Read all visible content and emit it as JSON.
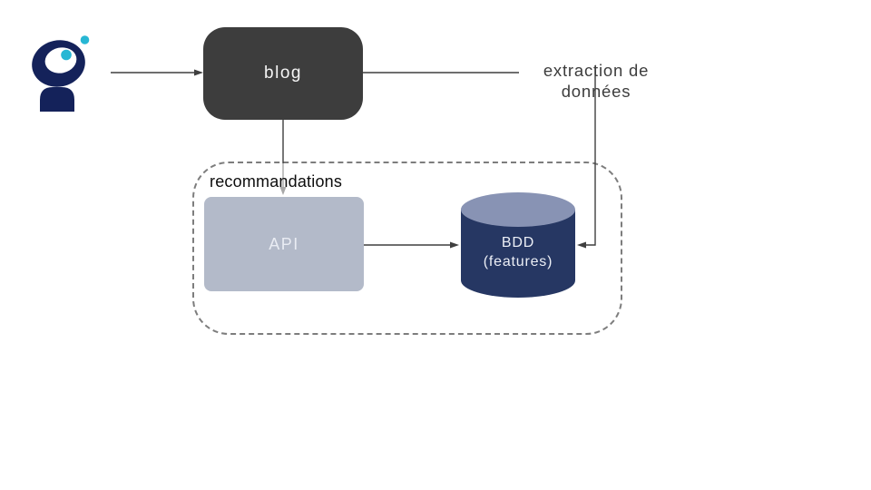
{
  "nodes": {
    "blog": {
      "label": "blog"
    },
    "api": {
      "label": "API"
    },
    "bdd": {
      "line1": "BDD",
      "line2": "(features)"
    }
  },
  "labels": {
    "extraction_line1": "extraction de",
    "extraction_line2": "données",
    "group": "recommandations"
  },
  "icons": {
    "brand_logo": "person-with-ring-head-logo"
  },
  "colors": {
    "blog_fill": "#3d3d3d",
    "blog_text": "#f4f4f4",
    "api_fill": "#b3bac9",
    "api_text": "#e9ecf3",
    "bdd_body": "#263763",
    "bdd_top": "#8893b4",
    "bdd_text": "#eceff6",
    "connector": "#3f3f3f",
    "connector_light": "#a8a8a8",
    "dashed_border": "#7d7d7d",
    "extraction_text": "#3d3d3d",
    "group_label_text": "#0d0d0d",
    "logo_navy": "#14225a",
    "logo_teal": "#27b7d4"
  }
}
